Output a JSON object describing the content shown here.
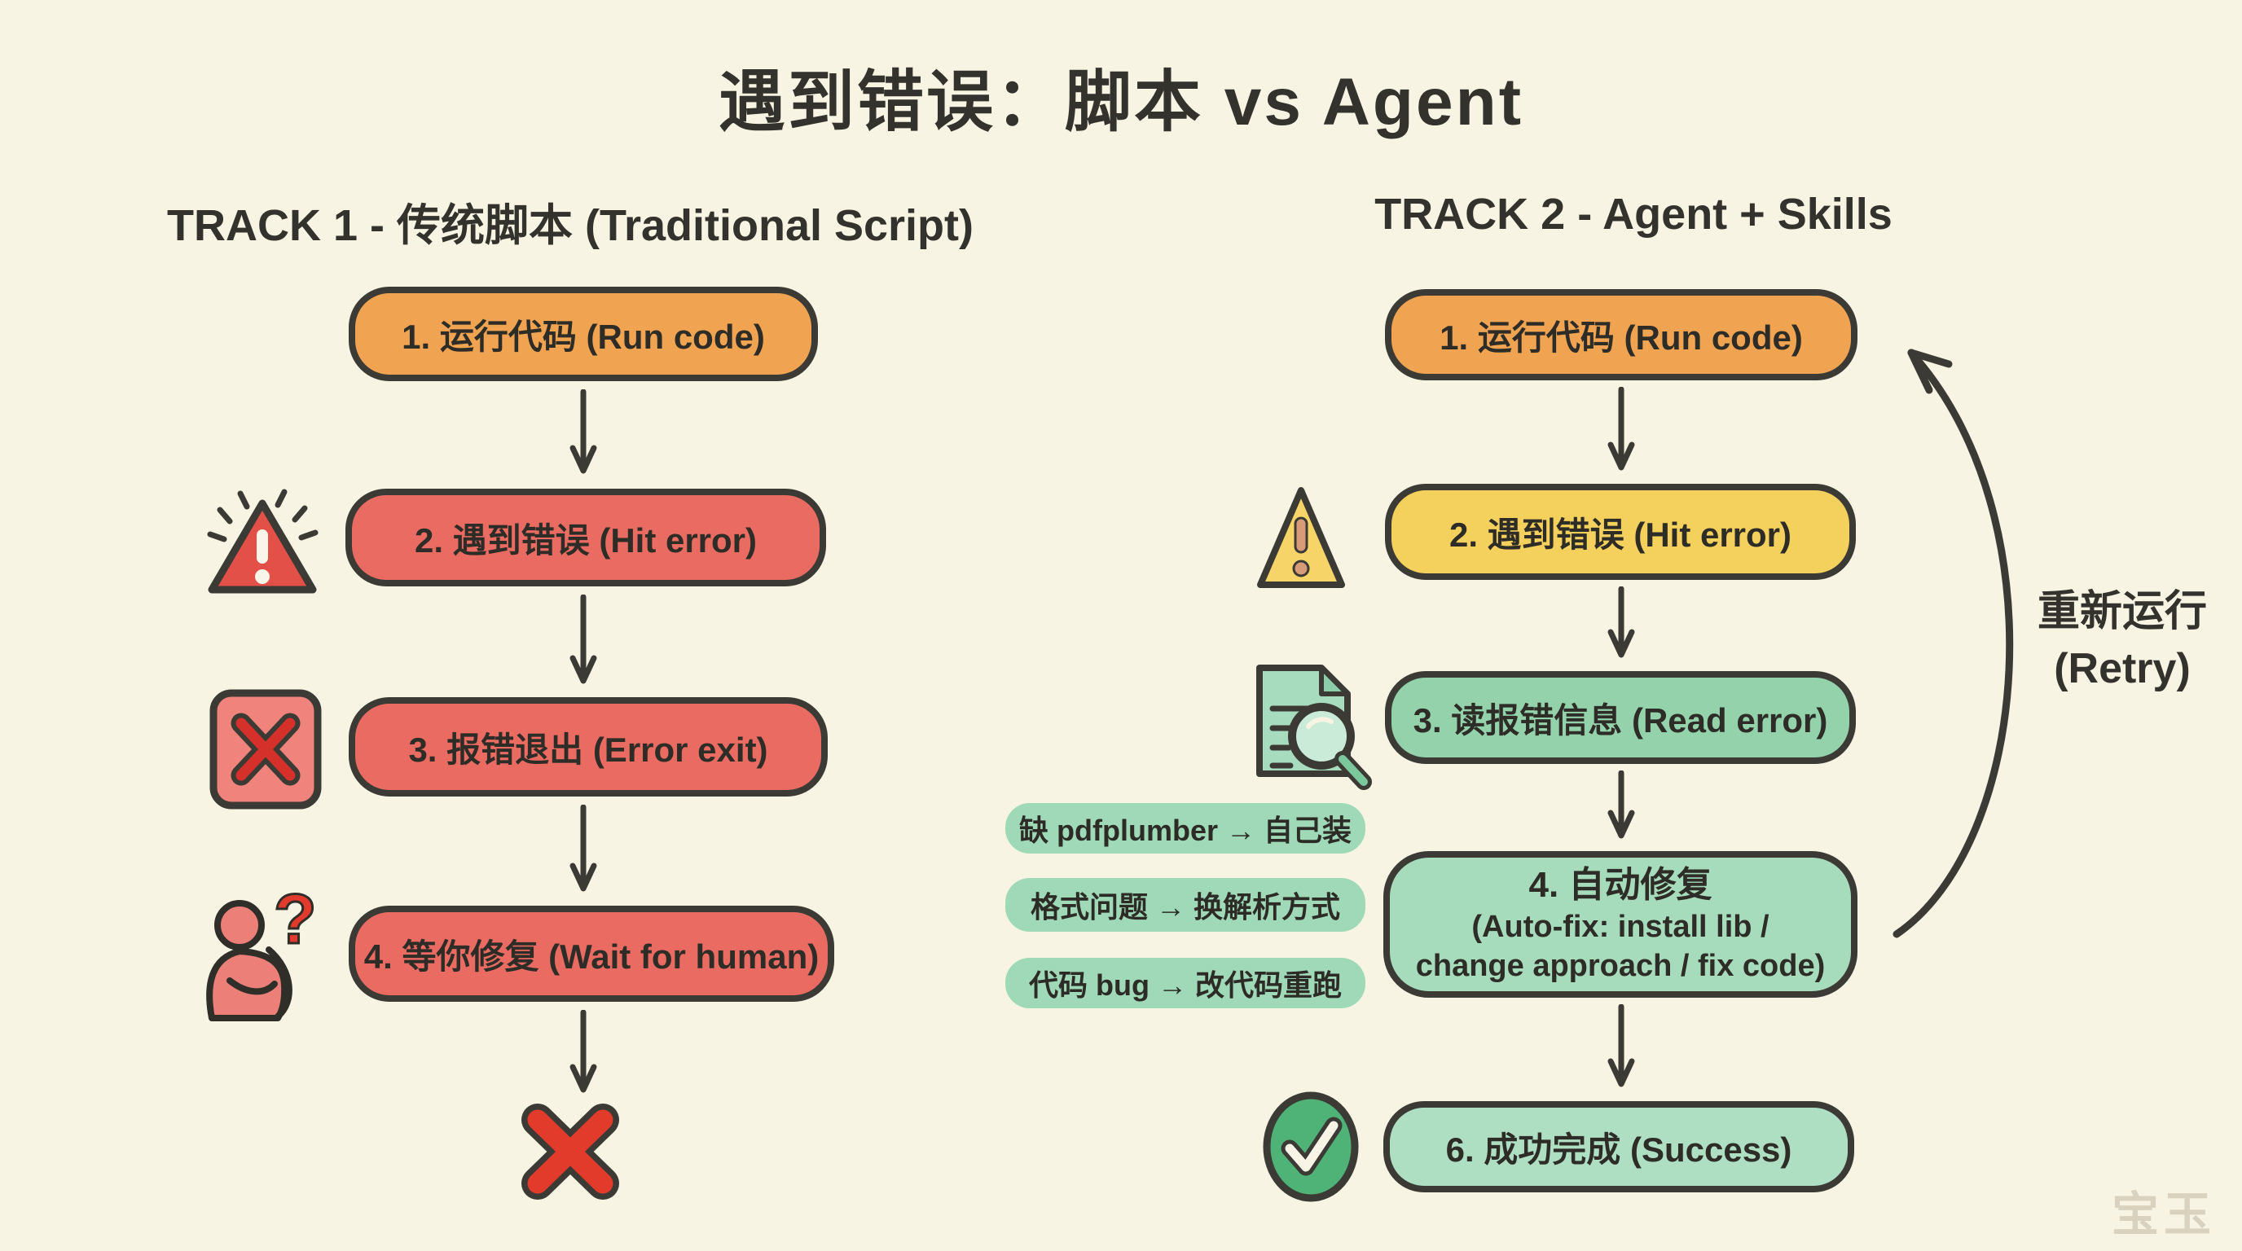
{
  "title": "遇到错误：脚本 vs Agent",
  "watermark": "宝玉",
  "track1": {
    "heading": "TRACK 1 - 传统脚本 (Traditional Script)",
    "steps": [
      "1. 运行代码 (Run code)",
      "2. 遇到错误 (Hit error)",
      "3. 报错退出 (Error exit)",
      "4. 等你修复 (Wait for human)"
    ],
    "outcome_icon": "red-x-icon"
  },
  "track2": {
    "heading": "TRACK 2 - Agent + Skills",
    "steps": [
      "1. 运行代码 (Run code)",
      "2. 遇到错误 (Hit error)",
      "3. 读报错信息 (Read error)"
    ],
    "step4_lines": [
      "4. 自动修复",
      "(Auto-fix: install lib /",
      "change approach / fix code)"
    ],
    "step5": "6. 成功完成 (Success)",
    "fix_examples": [
      "缺 pdfplumber → 自己装",
      "格式问题 → 换解析方式",
      "代码 bug → 改代码重跑"
    ],
    "retry_label": [
      "重新运行",
      "(Retry)"
    ]
  },
  "icons": {
    "track1_step2": "alert-triangle-icon",
    "track1_step3": "x-square-icon",
    "track1_step4": "person-question-icon",
    "track1_end": "red-x-icon",
    "track2_step2": "warning-triangle-icon",
    "track2_step3": "doc-search-icon",
    "track2_step5": "check-circle-icon"
  },
  "colors": {
    "background": "#F8F4E3",
    "ink": "#3B3A35",
    "orange": "#F0A452",
    "red": "#E96B61",
    "yellow": "#F4D05C",
    "green_mid": "#93D2AB",
    "green_soft": "#A6DCBB",
    "green_light": "#AFDFC3",
    "chip_green": "#9FD9B8",
    "error_red": "#DC3A2E",
    "check_green": "#4FB276"
  }
}
